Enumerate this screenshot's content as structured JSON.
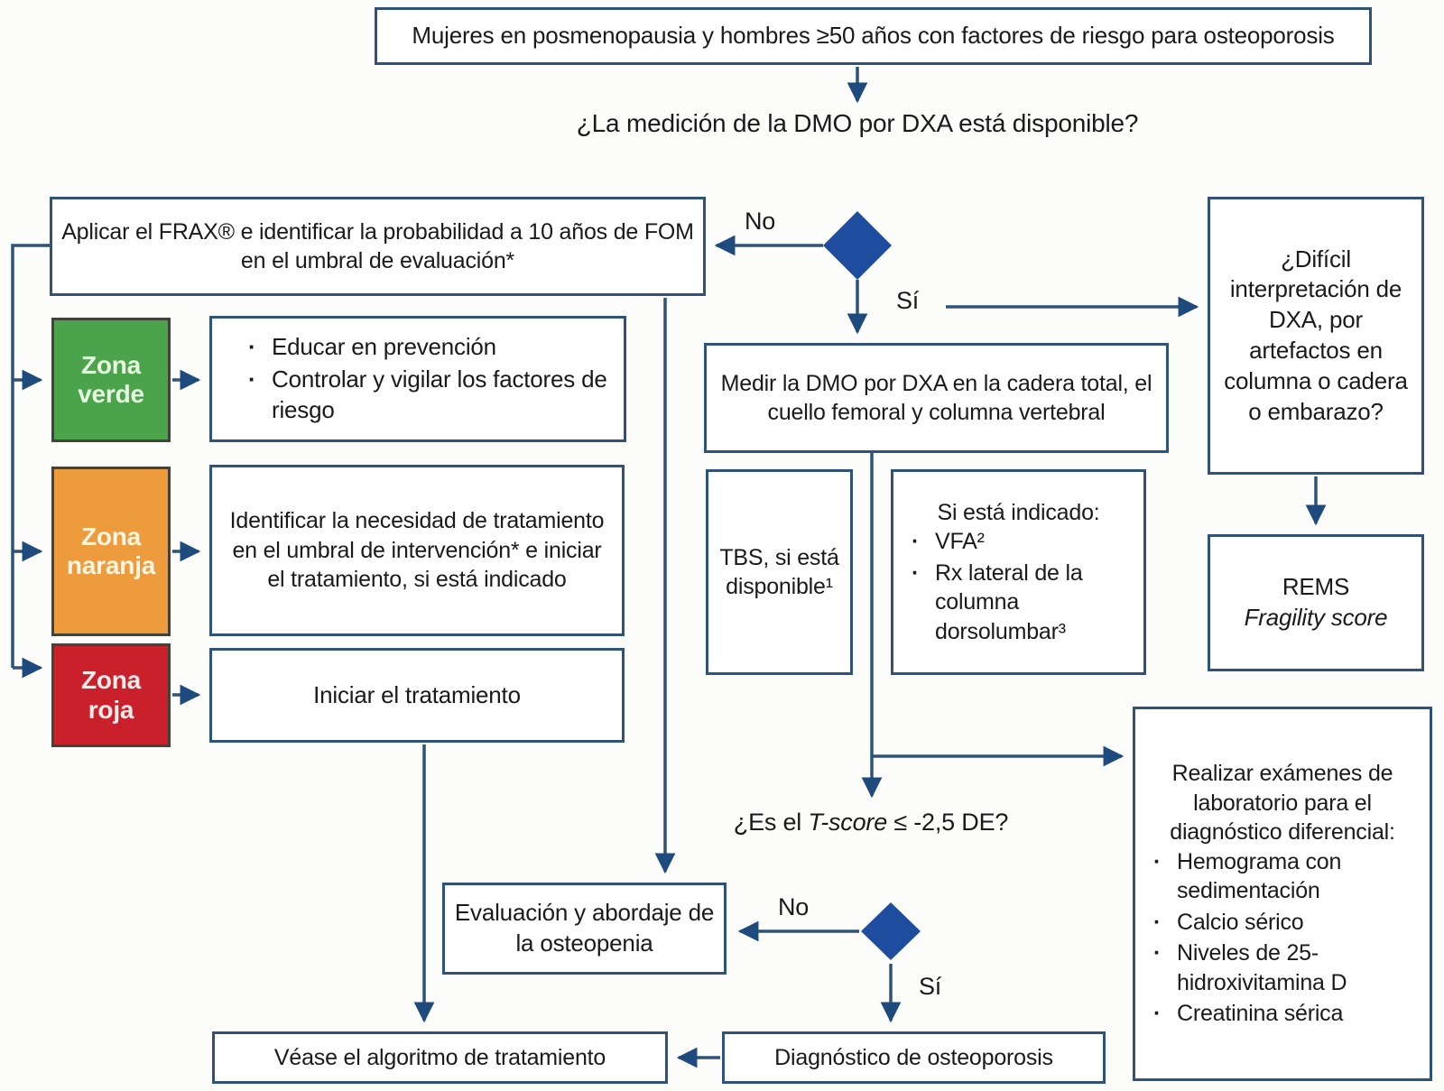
{
  "colors": {
    "line": "#2f5378",
    "arrowhead": "#1f4a7e",
    "diamond": "#1e4da0",
    "box_border": "#2e527c",
    "zone_green": "#4ba44c",
    "zone_orange": "#ee9b3e",
    "zone_red": "#c9202c"
  },
  "flow": {
    "start": "Mujeres en posmenopausia y hombres ≥50 años con factores de riesgo para osteoporosis",
    "q_dxa": "¿La medición de la DMO por DXA está disponible?",
    "frax": "Aplicar el FRAX® e identificar la probabilidad a 10 años de FOM en el umbral de evaluación*",
    "zones": {
      "verde": "Zona verde",
      "naranja": "Zona naranja",
      "roja": "Zona roja"
    },
    "educar": {
      "items": [
        "Educar en prevención",
        "Controlar y vigilar los factores de riesgo"
      ]
    },
    "identificar": "Identificar la necesidad de tratamiento en el umbral de intervención* e iniciar el tratamiento, si está indicado",
    "iniciar": "Iniciar el tratamiento",
    "medir": "Medir la DMO por DXA en la cadera total, el cuello femoral y columna vertebral",
    "tbs": "TBS, si está disponible¹",
    "indicado": {
      "header": "Si está indicado:",
      "items": [
        "VFA²",
        "Rx lateral de la columna dorsolumbar³"
      ]
    },
    "dificil": "¿Difícil interpretación de DXA, por artefactos en columna o cadera o embarazo?",
    "rems": {
      "line1": "REMS",
      "line2": "Fragility score"
    },
    "q_tscore": {
      "pre": "¿Es el ",
      "italic": "T-score",
      "post": " ≤ -2,5 DE?"
    },
    "evaluacion": "Evaluación y abordaje de la osteopenia",
    "realizar": {
      "header": "Realizar exámenes de laboratorio para el diagnóstico diferencial:",
      "items": [
        "Hemograma con sedimentación",
        "Calcio sérico",
        "Niveles de 25-hidroxivitamina D",
        "Creatinina sérica"
      ]
    },
    "vease": "Véase el algoritmo de tratamiento",
    "diagnostico": "Diagnóstico de osteoporosis",
    "labels": {
      "no_dxa": "No",
      "si_dxa": "Sí",
      "no_tscore": "No",
      "si_tscore": "Sí"
    }
  }
}
